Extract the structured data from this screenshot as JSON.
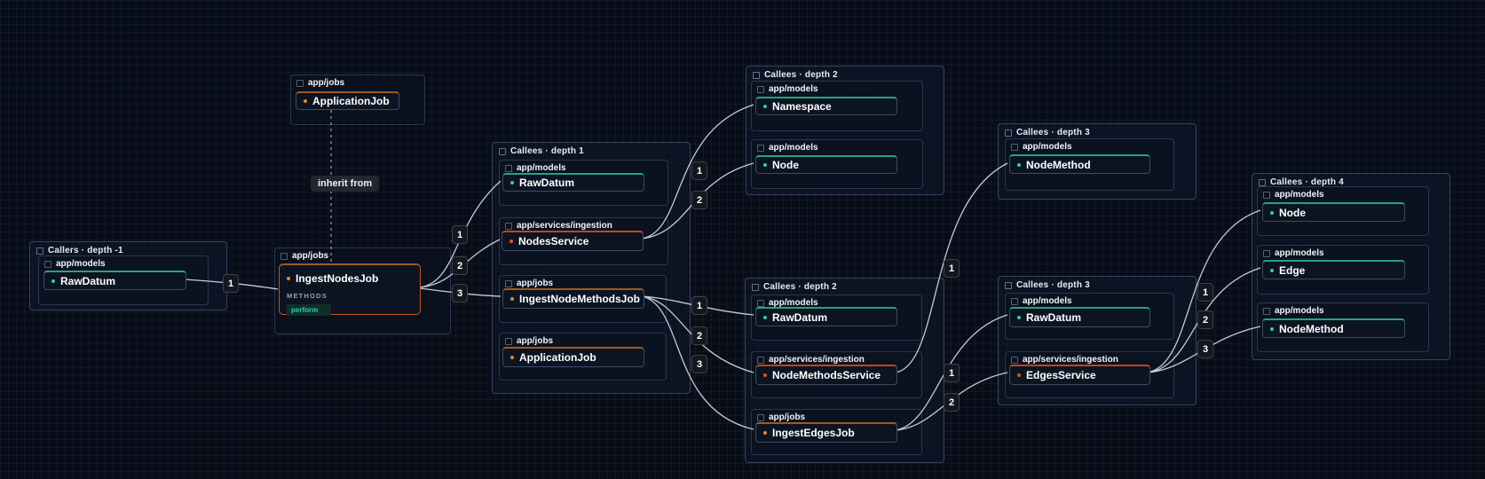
{
  "diagram": {
    "inherit_edge_label": "inherit from",
    "colors": {
      "model_accent": "#26a383",
      "model_dot": "#35cf9f",
      "service_accent": "#c8431f",
      "service_dot": "#e2542a",
      "job_accent": "#9e5a22",
      "job_dot": "#e08a3c",
      "root_node_border": "#c2571d",
      "edge_stroke": "#d9e0ea",
      "canvas_bg": "#080d18"
    }
  },
  "standalone_packages": [
    {
      "name": "app/jobs",
      "nodes": [
        {
          "name": "ApplicationJob",
          "type": "job"
        }
      ]
    },
    {
      "name": "app/jobs",
      "nodes": [
        {
          "name": "IngestNodesJob",
          "type": "job",
          "methods_label": "METHODS",
          "methods": [
            "perform"
          ]
        }
      ]
    }
  ],
  "groups": [
    {
      "title": "Callers · depth -1",
      "packages": [
        {
          "name": "app/models",
          "nodes": [
            {
              "name": "RawDatum",
              "type": "model"
            }
          ]
        }
      ]
    },
    {
      "title": "Callees · depth 1",
      "packages": [
        {
          "name": "app/models",
          "nodes": [
            {
              "name": "RawDatum",
              "type": "model"
            }
          ]
        },
        {
          "name": "app/services/ingestion",
          "nodes": [
            {
              "name": "NodesService",
              "type": "service"
            }
          ]
        },
        {
          "name": "app/jobs",
          "nodes": [
            {
              "name": "IngestNodeMethodsJob",
              "type": "job"
            }
          ]
        },
        {
          "name": "app/jobs",
          "nodes": [
            {
              "name": "ApplicationJob",
              "type": "job"
            }
          ]
        }
      ]
    },
    {
      "title": "Callees · depth 2",
      "packages": [
        {
          "name": "app/models",
          "nodes": [
            {
              "name": "Namespace",
              "type": "model"
            }
          ]
        },
        {
          "name": "app/models",
          "nodes": [
            {
              "name": "Node",
              "type": "model"
            }
          ]
        }
      ]
    },
    {
      "title": "Callees · depth 2",
      "packages": [
        {
          "name": "app/models",
          "nodes": [
            {
              "name": "RawDatum",
              "type": "model"
            }
          ]
        },
        {
          "name": "app/services/ingestion",
          "nodes": [
            {
              "name": "NodeMethodsService",
              "type": "service"
            }
          ]
        },
        {
          "name": "app/jobs",
          "nodes": [
            {
              "name": "IngestEdgesJob",
              "type": "job"
            }
          ]
        }
      ]
    },
    {
      "title": "Callees · depth 3",
      "packages": [
        {
          "name": "app/models",
          "nodes": [
            {
              "name": "NodeMethod",
              "type": "model"
            }
          ]
        }
      ]
    },
    {
      "title": "Callees · depth 3",
      "packages": [
        {
          "name": "app/models",
          "nodes": [
            {
              "name": "RawDatum",
              "type": "model"
            }
          ]
        },
        {
          "name": "app/services/ingestion",
          "nodes": [
            {
              "name": "EdgesService",
              "type": "service"
            }
          ]
        }
      ]
    },
    {
      "title": "Callees · depth 4",
      "packages": [
        {
          "name": "app/models",
          "nodes": [
            {
              "name": "Node",
              "type": "model"
            }
          ]
        },
        {
          "name": "app/models",
          "nodes": [
            {
              "name": "Edge",
              "type": "model"
            }
          ]
        },
        {
          "name": "app/models",
          "nodes": [
            {
              "name": "NodeMethod",
              "type": "model"
            }
          ]
        }
      ]
    }
  ],
  "edge_badges": [
    "1",
    "1",
    "2",
    "3",
    "1",
    "2",
    "1",
    "2",
    "3",
    "1",
    "1",
    "2",
    "1",
    "2",
    "3"
  ]
}
